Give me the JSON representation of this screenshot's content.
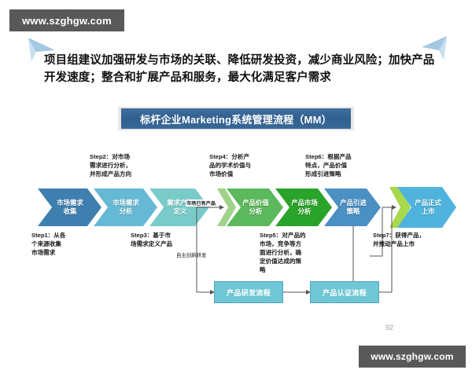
{
  "watermark": {
    "top": "www.szghgw.com",
    "bottom": "www.szghgw.com"
  },
  "headline": "项目组建议加强研发与市场的关联、降低研发投资，减少商业风险；加快产品开发速度；整合和扩展产品和服务，最大化满足客户需求",
  "banner": {
    "title": "标杆企业Marketing系统管理流程（MM）",
    "color": "#3a6998"
  },
  "page_number": "92",
  "flow": {
    "steps": [
      {
        "label": "市场需求\n收集",
        "color": "#3f7fb0"
      },
      {
        "label": "市场需求\n分析",
        "color": "#66b9d4"
      },
      {
        "label": "需求产品\n定义",
        "color": "#79cbc9"
      },
      {
        "label": "产品价值\n分析",
        "color": "#5cb85c"
      },
      {
        "label": "产品市场\n分析",
        "color": "#2aa32a"
      },
      {
        "label": "产品引进\n策略",
        "color": "#4a90c2"
      },
      {
        "label": "产品正式\n上市",
        "color": "#4fb3dd"
      }
    ],
    "accent_color": "#a8d84e"
  },
  "notes": {
    "step1": "Step1：从各\n个来源收集\n市场需求",
    "step2": "Step2：对市场\n需求进行分析，\n并形成产品方向",
    "step3": "Step3：基于市\n场需求定义产品",
    "step4": "Step4：分析产\n品的学术价值与\n市场价值",
    "step5": "Step5：对产品的\n市场，竞争等方\n面进行分析，确\n定价值达成的策\n略",
    "step6": "Step6：根据产品\n特点，产品价值\n形成引进策略",
    "step7": "Step7：获得产品，\n并推动产品上市"
  },
  "connectors": {
    "existing_product": "市场已有产品",
    "self_innovation": "自主创新研发"
  },
  "process_boxes": [
    {
      "label": "产品研发流程"
    },
    {
      "label": "产品认证流程"
    }
  ]
}
